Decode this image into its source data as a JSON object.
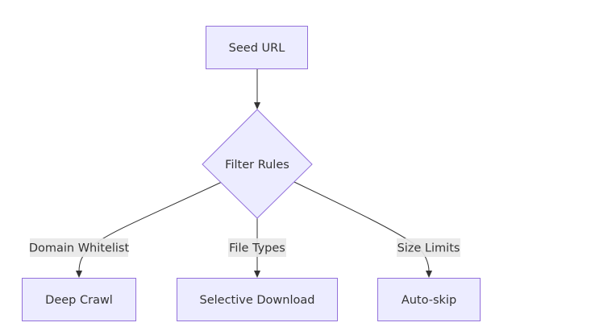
{
  "diagram": {
    "type": "flowchart",
    "direction": "top-down",
    "nodes": {
      "seed": {
        "label": "Seed URL",
        "shape": "rectangle"
      },
      "filter": {
        "label": "Filter Rules",
        "shape": "diamond"
      },
      "deep": {
        "label": "Deep Crawl",
        "shape": "rectangle"
      },
      "selective": {
        "label": "Selective Download",
        "shape": "rectangle"
      },
      "autoskip": {
        "label": "Auto-skip",
        "shape": "rectangle"
      }
    },
    "edges": [
      {
        "from": "seed",
        "to": "filter",
        "label": ""
      },
      {
        "from": "filter",
        "to": "deep",
        "label": "Domain Whitelist"
      },
      {
        "from": "filter",
        "to": "selective",
        "label": "File Types"
      },
      {
        "from": "filter",
        "to": "autoskip",
        "label": "Size Limits"
      }
    ],
    "colors": {
      "node_fill": "#ececff",
      "node_stroke": "#9370db",
      "edge_stroke": "#333333",
      "label_background": "#e8e8e8",
      "text": "#333333"
    }
  }
}
